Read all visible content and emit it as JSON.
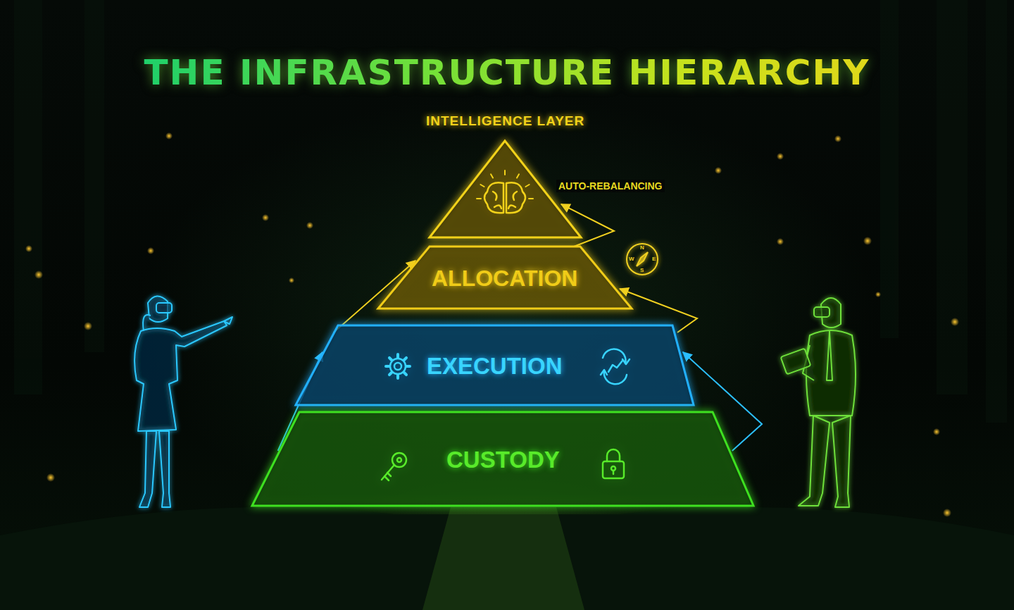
{
  "diagram": {
    "title": "THE INFRASTRUCTURE HIERARCHY",
    "nodes": [
      {
        "text": [
          "INTELLIGENCE LAYER"
        ]
      },
      {
        "text": [
          "ALLOCATION"
        ]
      },
      {
        "text": [
          "EXECUTION"
        ]
      },
      {
        "text": [
          "CUSTODY"
        ]
      }
    ],
    "edges": [
      {
        "from": 3,
        "to": 2,
        "arrow": "to"
      },
      {
        "from": 2,
        "to": 1,
        "arrow": "to"
      },
      {
        "from": 3,
        "to": 2,
        "arrow": "to"
      },
      {
        "from": 2,
        "to": 1,
        "arrow": "to"
      },
      {
        "from": 1,
        "to": 0,
        "label": "AUTO-REBALANCING",
        "arrow": "to"
      }
    ],
    "labels": [
      "N",
      "W",
      "E",
      "S"
    ]
  }
}
